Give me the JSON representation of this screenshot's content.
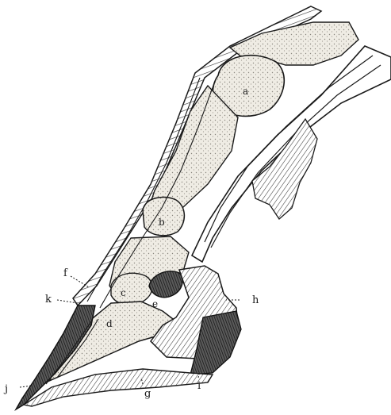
{
  "figure": {
    "labels": {
      "a": "a",
      "b": "b",
      "c": "c",
      "d": "d",
      "e": "e",
      "f": "f",
      "g": "g",
      "h": "h",
      "i": "i",
      "j": "j",
      "k": "k"
    },
    "colors": {
      "ink": "#1a1a1a",
      "paper": "#ffffff",
      "bone": "#e6e3da",
      "shade": "#2a2a2a"
    }
  }
}
